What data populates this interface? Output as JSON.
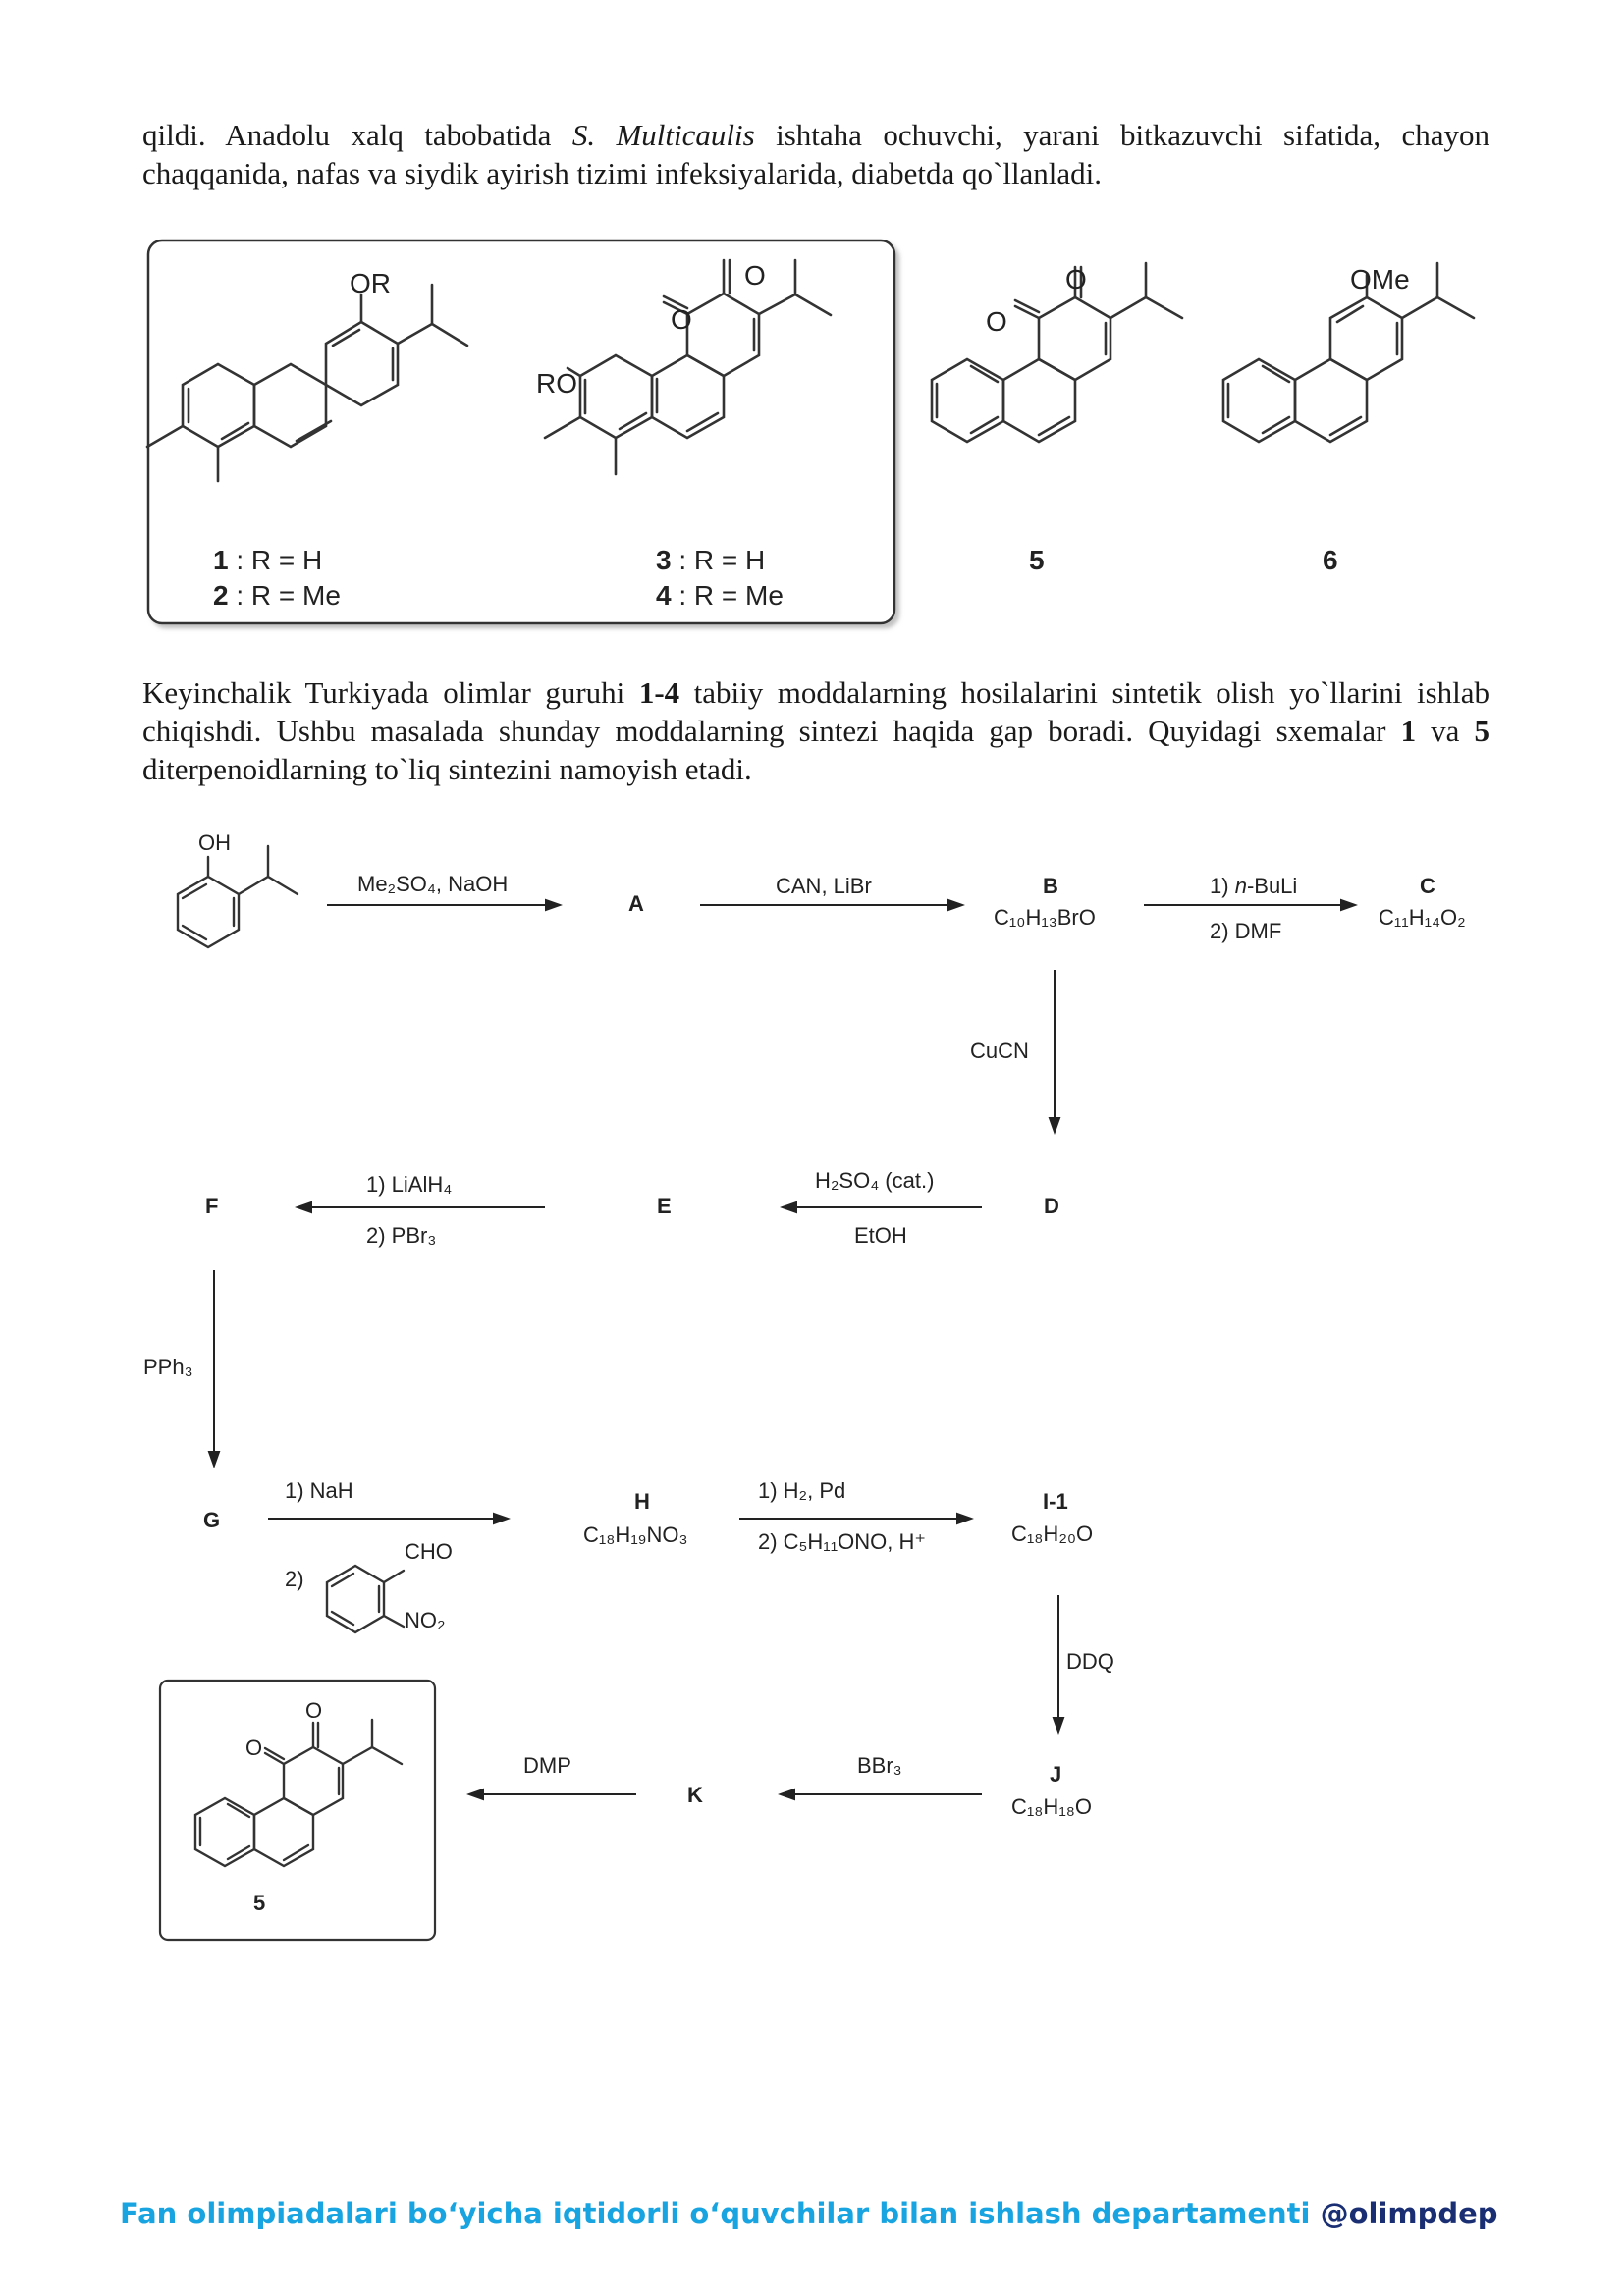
{
  "intro": {
    "pre": "qildi. Anadolu xalq tabobatida ",
    "species": "S. Multicaulis",
    "post": " ishtaha ochuvchi, yarani bitkazuvchi sifatida, chayon chaqqanida, nafas va siydik ayirish tizimi infeksiyalarida, diabetda qo`llanladi."
  },
  "structures": {
    "or_label": "OR",
    "ro_label": "RO",
    "ome_label": "OMe",
    "o_label": "O",
    "c1": {
      "num": "1",
      "text": " : R = H"
    },
    "c2": {
      "num": "2",
      "text": " : R = Me"
    },
    "c3": {
      "num": "3",
      "text": " : R = H"
    },
    "c4": {
      "num": "4",
      "text": " : R = Me"
    },
    "c5": "5",
    "c6": "6"
  },
  "paragraph2": {
    "p1": "Keyinchalik Turkiyada olimlar guruhi ",
    "b1": "1-4",
    "p2": " tabiiy moddalarning hosilalarini sintetik olish yo`llarini ishlab chiqishdi. Ushbu masalada shunday moddalarning sintezi haqida gap boradi. Quyidagi sxemalar ",
    "b2": "1",
    "p3": " va ",
    "b3": "5",
    "p4": " diterpenoidlarning to`liq sintezini namoyish etadi."
  },
  "scheme": {
    "oh": "OH",
    "r1": "Me₂SO₄, NaOH",
    "A": "A",
    "r2": "CAN, LiBr",
    "B": "B",
    "B_formula": "C₁₀H₁₃BrO",
    "r3a_num": "1) ",
    "r3a_it": "n",
    "r3a_rest": "-BuLi",
    "r3b": "2) DMF",
    "C": "C",
    "C_formula": "C₁₁H₁₄O₂",
    "r4": "CuCN",
    "D": "D",
    "r5a": "H₂SO₄ (cat.)",
    "r5b": "EtOH",
    "E": "E",
    "r6a": "1) LiAlH₄",
    "r6b": "2) PBr₃",
    "F": "F",
    "r7": "PPh₃",
    "G": "G",
    "r8a": "1) NaH",
    "r8b": "2)",
    "cho": "CHO",
    "no2": "NO₂",
    "H": "H",
    "H_formula": "C₁₈H₁₉NO₃",
    "r9a": "1) H₂, Pd",
    "r9b": "2)  C₅H₁₁ONO, H⁺",
    "I1": "I-1",
    "I1_formula": "C₁₈H₂₀O",
    "r10": "DDQ",
    "J": "J",
    "J_formula": "C₁₈H₁₈O",
    "r11": "BBr₃",
    "K": "K",
    "r12": "DMP",
    "final_num": "5",
    "o_label": "O"
  },
  "footer": {
    "text": "Fan olimpiadalari bo‘yicha iqtidorli o‘quvchilar bilan ishlash departamenti",
    "handle": "@olimpdep"
  }
}
